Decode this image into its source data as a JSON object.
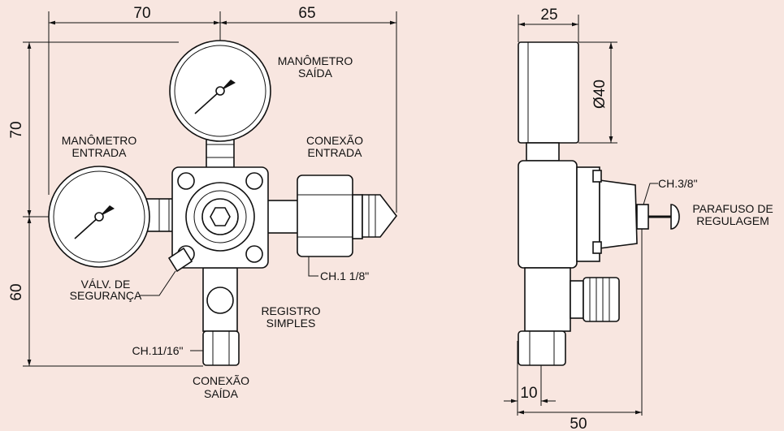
{
  "dimensions": {
    "width_gauge_to_center": "70",
    "width_center_to_outlet": "65",
    "height_upper": "70",
    "height_lower": "60",
    "side_gauge_depth": "25",
    "gauge_diameter": "Ø40",
    "side_offset": "10",
    "side_total": "50"
  },
  "labels": {
    "outlet_gauge": [
      "MANÔMETRO",
      "SAÍDA"
    ],
    "inlet_gauge": [
      "MANÔMETRO",
      "ENTRADA"
    ],
    "inlet_connection": [
      "CONEXÃO",
      "ENTRADA"
    ],
    "inlet_wrench": "CH.1 1/8\"",
    "safety_valve": [
      "VÁLV. DE",
      "SEGURANÇA"
    ],
    "simple_valve": [
      "REGISTRO",
      "SIMPLES"
    ],
    "outlet_wrench": "CH.11/16\"",
    "outlet_connection": [
      "CONEXÃO",
      "SAÍDA"
    ],
    "adjust_wrench": "CH.3/8\"",
    "adjust_screw": [
      "PARAFUSO DE",
      "REGULAGEM"
    ]
  },
  "colors": {
    "background": "#f8e6e0",
    "part_fill": "#ffffff",
    "line": "#111111"
  }
}
